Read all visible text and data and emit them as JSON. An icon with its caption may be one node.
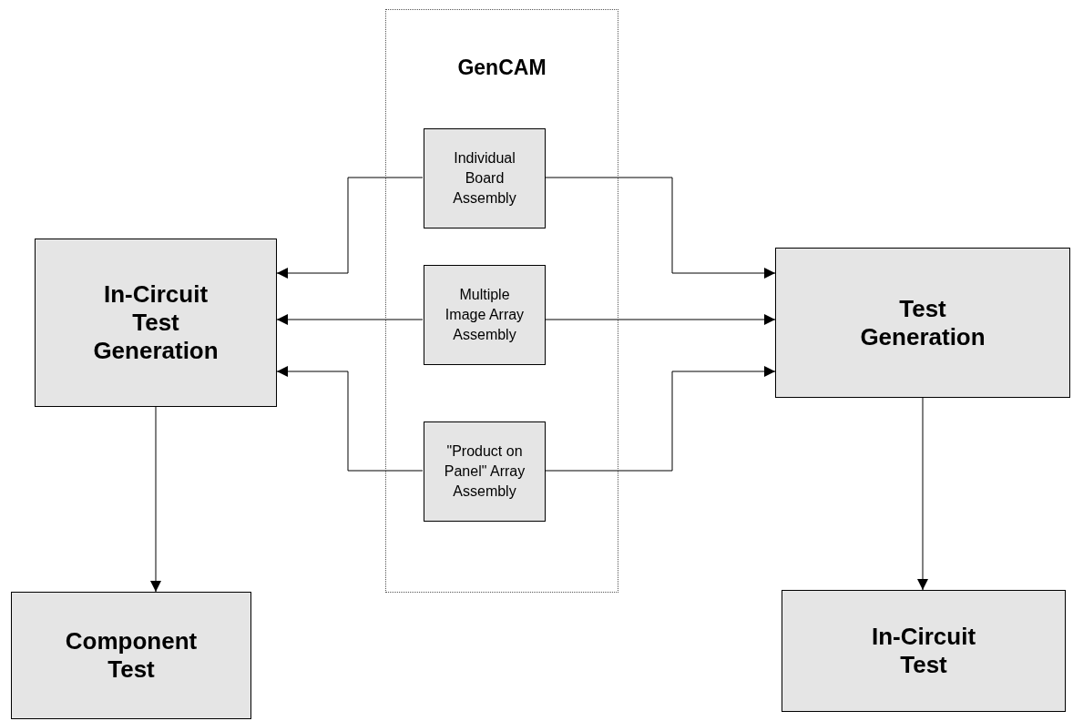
{
  "diagram": {
    "nodes": [
      {
        "text": [
          "GenCAM"
        ]
      },
      {
        "text": [
          "Individual Board Assembly"
        ],
        "in": 0
      },
      {
        "text": [
          "Multiple Image Array Assembly"
        ],
        "in": 0
      },
      {
        "text": [
          "\"Product on Panel\" Array Assembly"
        ],
        "in": 0
      },
      {
        "text": [
          "In-Circuit Test Generation"
        ]
      },
      {
        "text": [
          "Test Generation"
        ]
      },
      {
        "text": [
          "Component Test"
        ]
      },
      {
        "text": [
          "In-Circuit Test"
        ]
      }
    ],
    "edges": [
      {
        "from": 1,
        "to": 4,
        "arrow": "to"
      },
      {
        "from": 2,
        "to": 4,
        "arrow": "to"
      },
      {
        "from": 3,
        "to": 4,
        "arrow": "to"
      },
      {
        "from": 1,
        "to": 5,
        "arrow": "to"
      },
      {
        "from": 2,
        "to": 5,
        "arrow": "to"
      },
      {
        "from": 3,
        "to": 5,
        "arrow": "to"
      },
      {
        "from": 4,
        "to": 6,
        "arrow": "to"
      },
      {
        "from": 5,
        "to": 7,
        "arrow": "to"
      }
    ]
  }
}
